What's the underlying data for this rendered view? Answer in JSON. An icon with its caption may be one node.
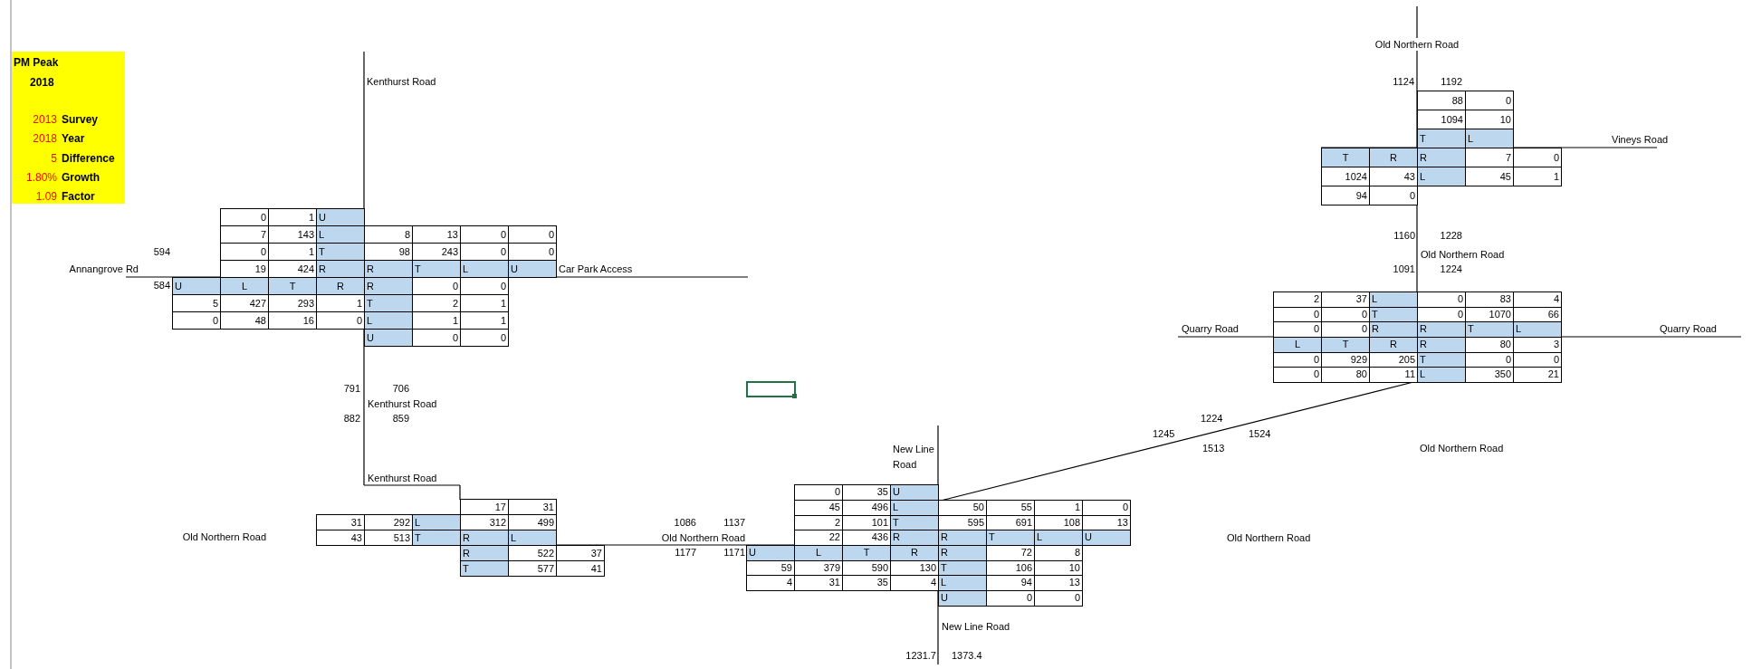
{
  "diagram": {
    "nodes": [
      {
        "text": [
          "PM Peak",
          "2018",
          "2013",
          "Survey",
          "2018",
          "Year",
          "5",
          "Difference",
          "1.80%",
          "Growth",
          "1.09",
          "Factor"
        ]
      }
    ],
    "labels": [
      "Kenthurst Road",
      "0",
      "1",
      "U",
      "7",
      "143",
      "L",
      "8",
      "13",
      "0",
      "0",
      "594",
      "0",
      "1",
      "T",
      "98",
      "243",
      "0",
      "0",
      "Annangrove Rd",
      "19",
      "424",
      "R",
      "R",
      "T",
      "L",
      "U",
      "Car Park Access",
      "584",
      "U",
      "L",
      "T",
      "R",
      "R",
      "0",
      "0",
      "5",
      "427",
      "293",
      "1",
      "T",
      "2",
      "1",
      "0",
      "48",
      "16",
      "0",
      "L",
      "1",
      "1",
      "U",
      "0",
      "0",
      "791",
      "706",
      "Kenthurst Road",
      "882",
      "859",
      "Kenthurst Road",
      "17",
      "31",
      "31",
      "292",
      "L",
      "312",
      "499",
      "Old Northern Road",
      "43",
      "513",
      "T",
      "R",
      "L",
      "R",
      "522",
      "37",
      "T",
      "577",
      "41",
      "New Line Road",
      "1086",
      "1137",
      "Old Northern Road",
      "1177",
      "1171",
      "0",
      "35",
      "U",
      "45",
      "496",
      "L",
      "50",
      "55",
      "1",
      "0",
      "2",
      "101",
      "T",
      "595",
      "691",
      "108",
      "13",
      "22",
      "436",
      "R",
      "R",
      "T",
      "L",
      "U",
      "Old Northern Road",
      "U",
      "L",
      "T",
      "R",
      "R",
      "72",
      "8",
      "59",
      "379",
      "590",
      "130",
      "T",
      "106",
      "10",
      "4",
      "31",
      "35",
      "4",
      "L",
      "94",
      "13",
      "U",
      "0",
      "0",
      "New Line Road",
      "1231.7",
      "1373.4",
      "1224",
      "1245",
      "1524",
      "1513",
      "Old Northern Road",
      "Old Northern Road",
      "1124",
      "1192",
      "88",
      "0",
      "1094",
      "10",
      "T",
      "L",
      "Vineys Road",
      "T",
      "R",
      "R",
      "7",
      "0",
      "1024",
      "43",
      "L",
      "45",
      "1",
      "94",
      "0",
      "1160",
      "1228",
      "Old Northern Road",
      "1091",
      "1224",
      "2",
      "37",
      "L",
      "0",
      "83",
      "4",
      "0",
      "0",
      "T",
      "0",
      "1070",
      "66",
      "Quarry Road",
      "0",
      "0",
      "R",
      "R",
      "T",
      "L",
      "Quarry Road",
      "L",
      "T",
      "R",
      "R",
      "80",
      "3",
      "0",
      "929",
      "205",
      "T",
      "0",
      "0",
      "0",
      "80",
      "11",
      "L",
      "350",
      "21"
    ]
  }
}
